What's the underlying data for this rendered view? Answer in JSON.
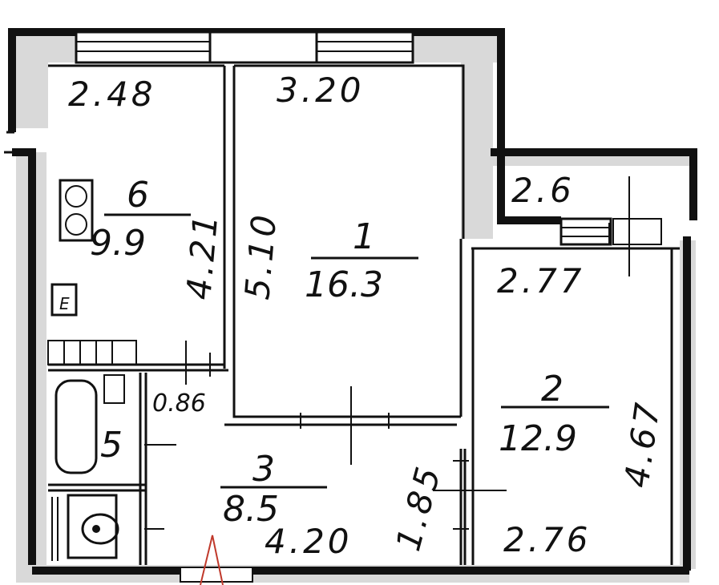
{
  "plan": {
    "rooms": [
      {
        "id": "room-1",
        "number": "1",
        "area": "16.3",
        "width_label": "3.20",
        "length_label": "5.10"
      },
      {
        "id": "room-2",
        "number": "2",
        "area": "12.9",
        "width_label": "2.77",
        "width_label_bottom": "2.76",
        "length_label": "4.67"
      },
      {
        "id": "room-3",
        "number": "3",
        "area": "8.5",
        "width_label": "4.20",
        "length_label": "1.85",
        "side_label": "0.86"
      },
      {
        "id": "room-6",
        "number": "6",
        "area": "9.9",
        "width_label": "2.48",
        "length_label": "4.21"
      }
    ],
    "balcony_label": "2.6",
    "bath_label": "5"
  }
}
